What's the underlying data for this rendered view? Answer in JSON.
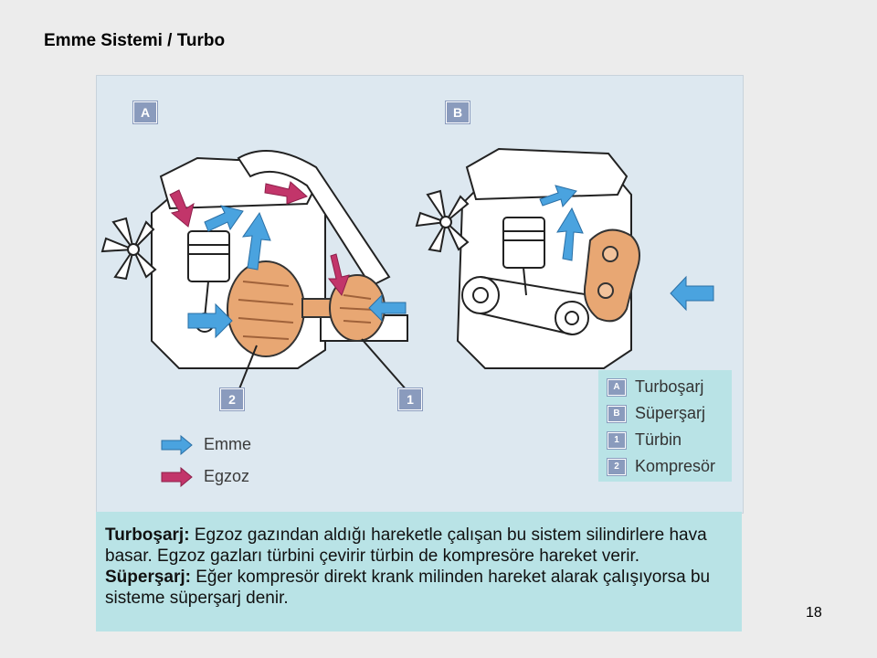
{
  "page": {
    "title": "Emme Sistemi / Turbo",
    "page_number": "18"
  },
  "figure": {
    "tags": {
      "a": "A",
      "b": "B",
      "one": "1",
      "two": "2"
    },
    "flow_legend": {
      "intake_label": "Emme",
      "exhaust_label": "Egzoz",
      "intake_color": "#4aa3df",
      "exhaust_color": "#c2356a"
    },
    "legend": [
      {
        "key": "A",
        "label": "Turboşarj"
      },
      {
        "key": "B",
        "label": "Süperşarj"
      },
      {
        "key": "1",
        "label": "Türbin"
      },
      {
        "key": "2",
        "label": "Kompresör"
      }
    ]
  },
  "body": {
    "term1": "Turboşarj:",
    "text1": " Egzoz gazından aldığı hareketle çalışan bu sistem silindirlere hava basar. Egzoz gazları türbini çevirir türbin de kompresöre hareket verir.",
    "term2": "Süperşarj:",
    "text2": " Eğer kompresör direkt krank milinden hareket alarak çalışıyorsa bu sisteme süperşarj denir."
  }
}
